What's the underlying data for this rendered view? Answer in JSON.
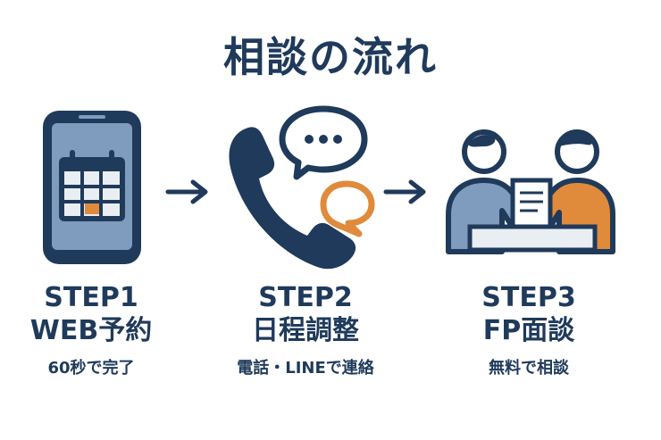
{
  "title": "相談の流れ",
  "colors": {
    "navy": "#1f3a5a",
    "slate": "#7f9bbd",
    "orange": "#e08a3c",
    "light": "#e9eef3"
  },
  "steps": [
    {
      "number": "STEP1",
      "name": "WEB予約",
      "description": "60秒で完了",
      "icon": "smartphone-calendar-icon"
    },
    {
      "number": "STEP2",
      "name": "日程調整",
      "description": "電話・LINEで連絡",
      "icon": "phone-chat-icon"
    },
    {
      "number": "STEP3",
      "name": "FP面談",
      "description": "無料で相談",
      "icon": "consultation-icon"
    }
  ]
}
